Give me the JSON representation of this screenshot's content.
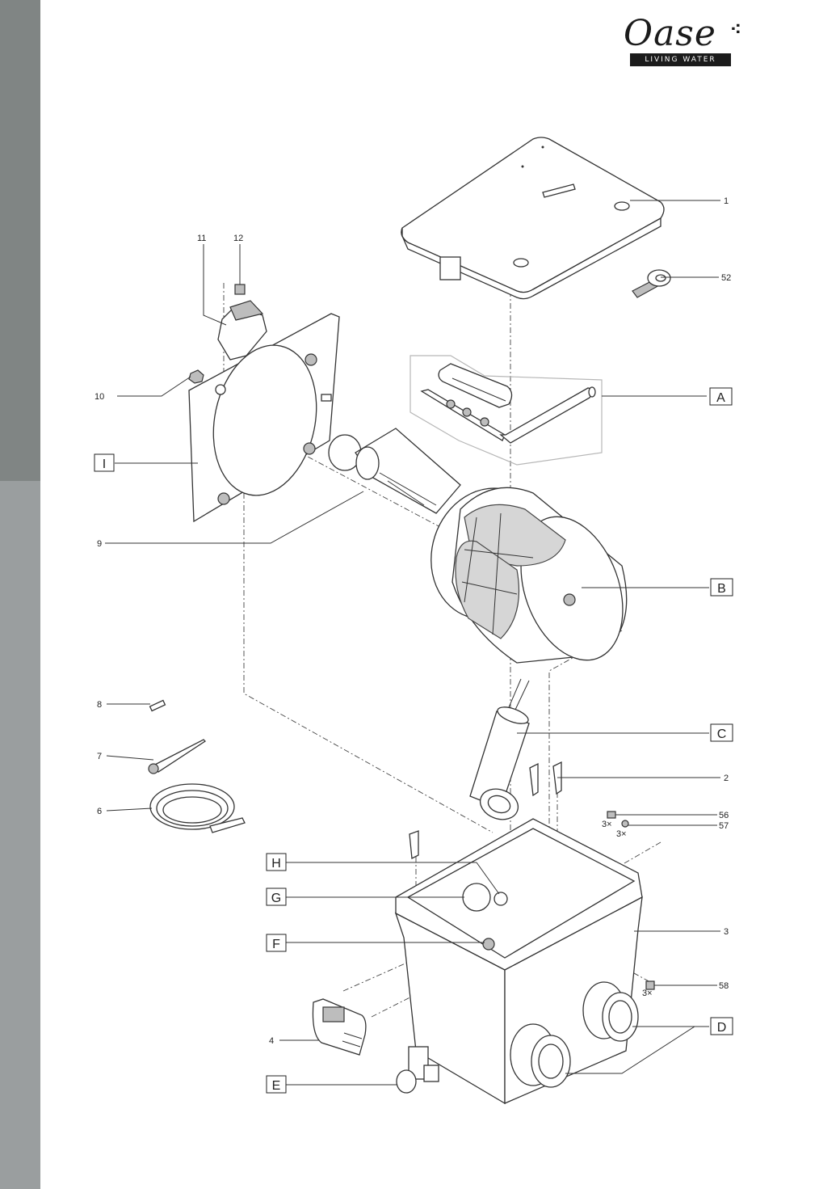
{
  "brand": {
    "name": "Oase",
    "tagline": "LIVING WATER"
  },
  "labels": {
    "n1": "1",
    "n2": "2",
    "n3": "3",
    "n4": "4",
    "n6": "6",
    "n7": "7",
    "n8": "8",
    "n9": "9",
    "n10": "10",
    "n11": "11",
    "n12": "12",
    "n52": "52",
    "n56": "56",
    "n57": "57",
    "n58": "58",
    "q56": "3×",
    "q57": "3×",
    "q58": "3×",
    "A": "A",
    "B": "B",
    "C": "C",
    "D": "D",
    "E": "E",
    "F": "F",
    "G": "G",
    "H": "H",
    "I": "I"
  },
  "colors": {
    "sidebar_top": "#808584",
    "sidebar_bottom": "#9a9e9f",
    "line": "#333333"
  }
}
